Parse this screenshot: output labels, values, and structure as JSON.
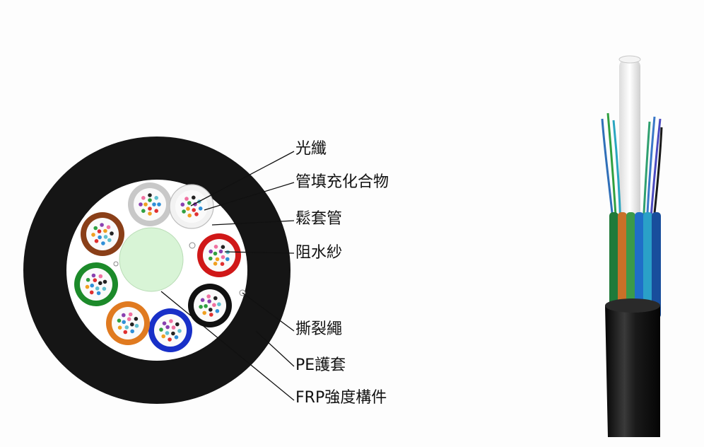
{
  "labels": {
    "fiber": "光纖",
    "filling_compound": "管填充化合物",
    "loose_tube": "鬆套管",
    "water_blocking_yarn": "阻水紗",
    "ripcord": "撕裂繩",
    "pe_sheath": "PE護套",
    "frp_strength_member": "FRP強度構件"
  },
  "colors": {
    "sheath": "#151515",
    "strength_member": "#d8f4d6",
    "tube_colors": [
      "#c8c8c8",
      "#f2f2f2",
      "#d01818",
      "#111111",
      "#1830c8",
      "#e07a20",
      "#1c8a2a",
      "#8a3f18"
    ],
    "fiber_colors": [
      "#2f8fd8",
      "#e03030",
      "#f0a020",
      "#30a040",
      "#8a40b0",
      "#f070a0",
      "#222222",
      "#60c0d0"
    ]
  }
}
